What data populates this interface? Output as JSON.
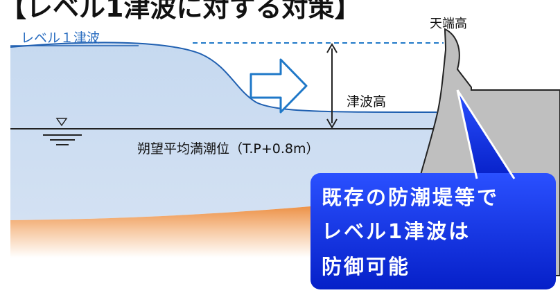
{
  "title": "【レベル1津波に対する対策】",
  "labels": {
    "tsunami_level": "レベル１津波",
    "crest_height": "天端高",
    "tsunami_height": "津波高",
    "tide_level": "朔望平均満潮位（T.P+0.8m）"
  },
  "callout": {
    "lines": [
      "既存の防潮堤等で",
      "レベル1津波は",
      "防御可能"
    ]
  },
  "colors": {
    "water_top": "#c6d9f0",
    "water_bottom": "#d3e1f3",
    "tsunami_line": "#1f5fb0",
    "arrow_outline": "#1f78c8",
    "seabed_top": "#e8781e",
    "seabed_bottom": "#ffffff",
    "seawall_fill": "#bfbfbf",
    "callout_fill": "#0a2fe0"
  }
}
